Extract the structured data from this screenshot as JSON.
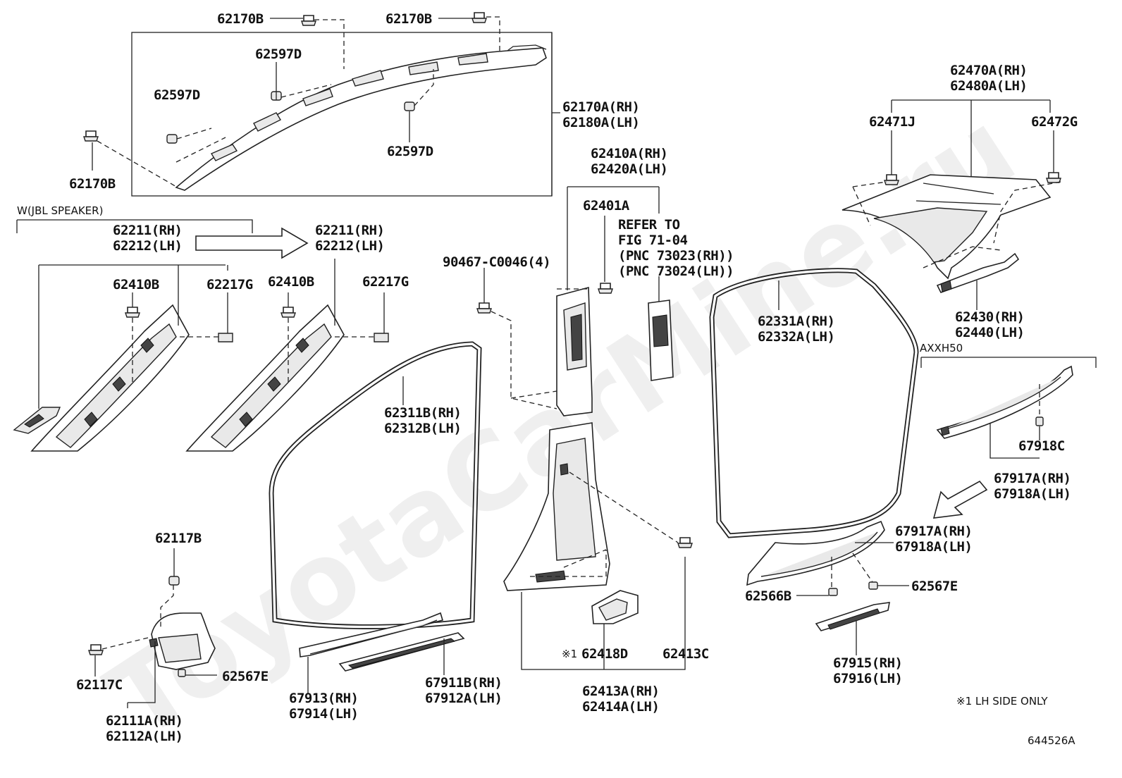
{
  "watermark": "ToyotaCarMine.ru",
  "diagram_id": "644526A",
  "notes": {
    "jbl_group": "W(JBL SPEAKER)",
    "axxh50_group": "AXXH50",
    "lh_only": "※1 LH SIDE ONLY",
    "refer": [
      "REFER TO",
      "FIG 71-04",
      "(PNC 73023(RH))",
      "(PNC 73024(LH))"
    ]
  },
  "labels": {
    "p62170B_top1": "62170B",
    "p62170B_top2": "62170B",
    "p62597D_a": "62597D",
    "p62597D_b": "62597D",
    "p62597D_c": "62597D",
    "p62170B_left": "62170B",
    "p62170A": [
      "62170A(RH)",
      "62180A(LH)"
    ],
    "p62410A": [
      "62410A(RH)",
      "62420A(LH)"
    ],
    "p62401A": "62401A",
    "p62470A": [
      "62470A(RH)",
      "62480A(LH)"
    ],
    "p62471J": "62471J",
    "p62472G": "62472G",
    "p62430": [
      "62430(RH)",
      "62440(LH)"
    ],
    "p62211_left": [
      "62211(RH)",
      "62212(LH)"
    ],
    "p62211_right": [
      "62211(RH)",
      "62212(LH)"
    ],
    "p62410B_left": "62410B",
    "p62217G_left": "62217G",
    "p62410B_right": "62410B",
    "p62217G_right": "62217G",
    "p90467": "90467-C0046(4)",
    "p62311B": [
      "62311B(RH)",
      "62312B(LH)"
    ],
    "p62331A": [
      "62331A(RH)",
      "62332A(LH)"
    ],
    "p67918C": "67918C",
    "p67917A_top": [
      "67917A(RH)",
      "67918A(LH)"
    ],
    "p67917A_low": [
      "67917A(RH)",
      "67918A(LH)"
    ],
    "p62567E_right": "62567E",
    "p62566B": "62566B",
    "p67915": [
      "67915(RH)",
      "67916(LH)"
    ],
    "p62117B": "62117B",
    "p62117C": "62117C",
    "p62567E_left": "62567E",
    "p62111A": [
      "62111A(RH)",
      "62112A(LH)"
    ],
    "p67913": [
      "67913(RH)",
      "67914(LH)"
    ],
    "p67911B": [
      "67911B(RH)",
      "67912A(LH)"
    ],
    "p62418D_mark": "※1",
    "p62418D": "62418D",
    "p62413C": "62413C",
    "p62413A": [
      "62413A(RH)",
      "62414A(LH)"
    ]
  },
  "colors": {
    "line": "#222222",
    "part_fill": "#ffffff",
    "part_shade": "#e9e9e9"
  }
}
